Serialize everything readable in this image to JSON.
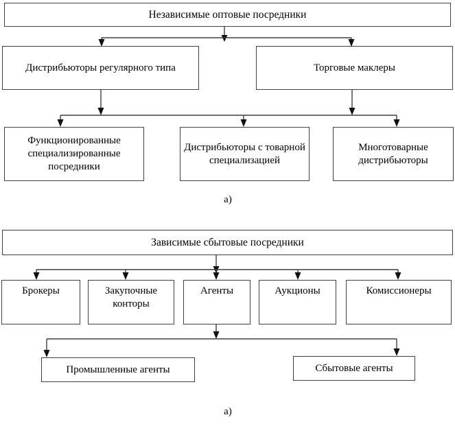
{
  "diagram_a": {
    "root": {
      "label": "Независимые оптовые посредники"
    },
    "level2": [
      {
        "label": "Дистрибьюторы регулярного типа"
      },
      {
        "label": "Торговые маклеры"
      }
    ],
    "level3": [
      {
        "label": "Функционированные специализированные посредники"
      },
      {
        "label": "Дистрибьюторы с товарной специализацией"
      },
      {
        "label": "Многотоварные дистрибьюторы"
      }
    ],
    "caption": "а)"
  },
  "diagram_b": {
    "root": {
      "label": "Зависимые сбытовые посредники"
    },
    "level2": [
      {
        "label": "Брокеры"
      },
      {
        "label": "Закупочные конторы"
      },
      {
        "label": "Агенты"
      },
      {
        "label": "Аукционы"
      },
      {
        "label": "Комиссионеры"
      }
    ],
    "level3": [
      {
        "label": "Промышленные агенты"
      },
      {
        "label": "Сбытовые агенты"
      }
    ],
    "caption": "а)"
  },
  "colors": {
    "border": "#3f3f3f",
    "connector": "#111111",
    "background": "#ffffff",
    "text": "#000000"
  }
}
